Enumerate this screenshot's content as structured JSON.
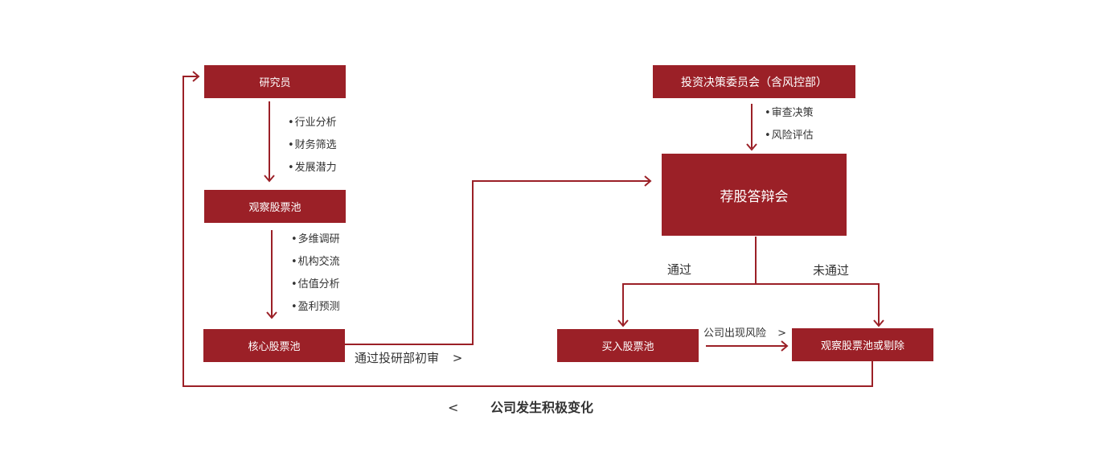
{
  "colors": {
    "box": "#9b2027",
    "line": "#9b2027",
    "text": "#333333"
  },
  "nodes": {
    "researcher": "研究员",
    "watch_pool": "观察股票池",
    "core_pool": "核心股票池",
    "committee": "投资决策委员会（含风控部）",
    "defense": "荐股答辩会",
    "buy_pool": "买入股票池",
    "watch_or_remove": "观察股票池或剔除"
  },
  "steps": {
    "research": [
      "行业分析",
      "财务筛选",
      "发展潜力"
    ],
    "watch": [
      "多维调研",
      "机构交流",
      "估值分析",
      "盈利预测"
    ],
    "committee": [
      "审查决策",
      "风险评估"
    ]
  },
  "edges": {
    "core_to_defense": "通过投研部初审",
    "core_to_defense_arrow": ">",
    "pass": "通过",
    "fail": "未通过",
    "risk": "公司出现风险",
    "risk_arrow": ">",
    "feedback": "公司发生积极变化",
    "feedback_arrow": "<"
  }
}
